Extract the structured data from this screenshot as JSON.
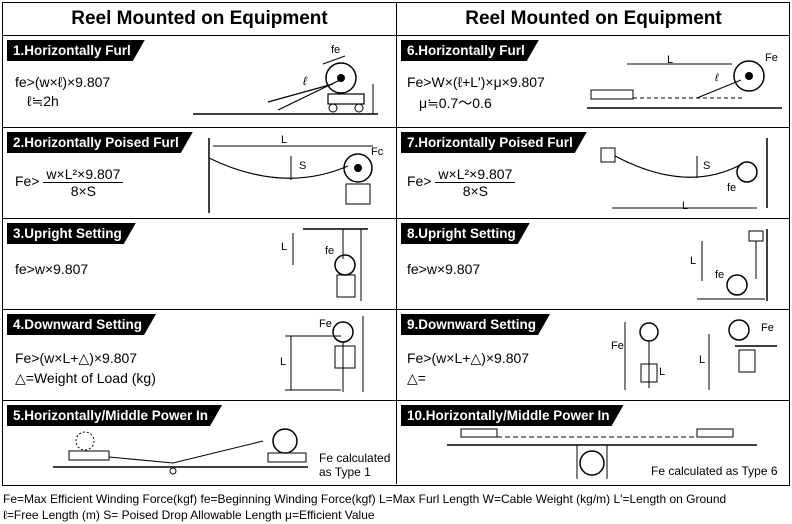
{
  "left_title": "Reel Mounted on Equipment",
  "right_title": "Reel Mounted on Equipment",
  "sections": {
    "s1": {
      "header": "1.Horizontally Furl",
      "f1": "fe>(w×ℓ)×9.807",
      "f2": "ℓ≒2h",
      "l_fe": "fe",
      "l_l": "ℓ"
    },
    "s2": {
      "header": "2.Horizontally Poised Furl",
      "prefix": "Fe>",
      "num": "w×L²×9.807",
      "den": "8×S",
      "l_L": "L",
      "l_S": "S",
      "l_Fc": "Fc"
    },
    "s3": {
      "header": "3.Upright Setting",
      "f1": "fe>w×9.807",
      "l_L": "L",
      "l_fe": "fe"
    },
    "s4": {
      "header": "4.Downward Setting",
      "f1": "Fe>(w×L+△)×9.807",
      "f2": "△=Weight of Load (kg)",
      "l_Fe": "Fe",
      "l_L": "L"
    },
    "s5": {
      "header": "5.Horizontally/Middle Power In",
      "note1": "Fe calculated",
      "note2": "as Type 1"
    },
    "s6": {
      "header": "6.Horizontally Furl",
      "f1": "Fe>W×(ℓ+L')×μ×9.807",
      "f2": "μ≒0.7〜0.6",
      "l_L": "L",
      "l_Fe": "Fe",
      "l_l": "ℓ"
    },
    "s7": {
      "header": "7.Horizontally Poised Furl",
      "prefix": "Fe>",
      "num": "w×L²×9.807",
      "den": "8×S",
      "l_L": "L",
      "l_S": "S",
      "l_fe": "fe"
    },
    "s8": {
      "header": "8.Upright Setting",
      "f1": "fe>w×9.807",
      "l_L": "L",
      "l_fe": "fe"
    },
    "s9": {
      "header": "9.Downward Setting",
      "f1": "Fe>(w×L+△)×9.807",
      "f2": "△=",
      "l_Fe": "Fe",
      "l_Fe2": "Fe",
      "l_L": "L",
      "l_L2": "L"
    },
    "s10": {
      "header": "10.Horizontally/Middle Power In",
      "note": "Fe calculated as Type 6"
    }
  },
  "legend": {
    "line1": "Fe=Max Efficient Winding Force(kgf)    fe=Beginning Winding Force(kgf)    L=Max Furl Length    W=Cable Weight (kg/m)    L'=Length on Ground",
    "line2": "ℓ=Free Length (m)    S= Poised Drop Allowable Length    μ=Efficient Value"
  }
}
